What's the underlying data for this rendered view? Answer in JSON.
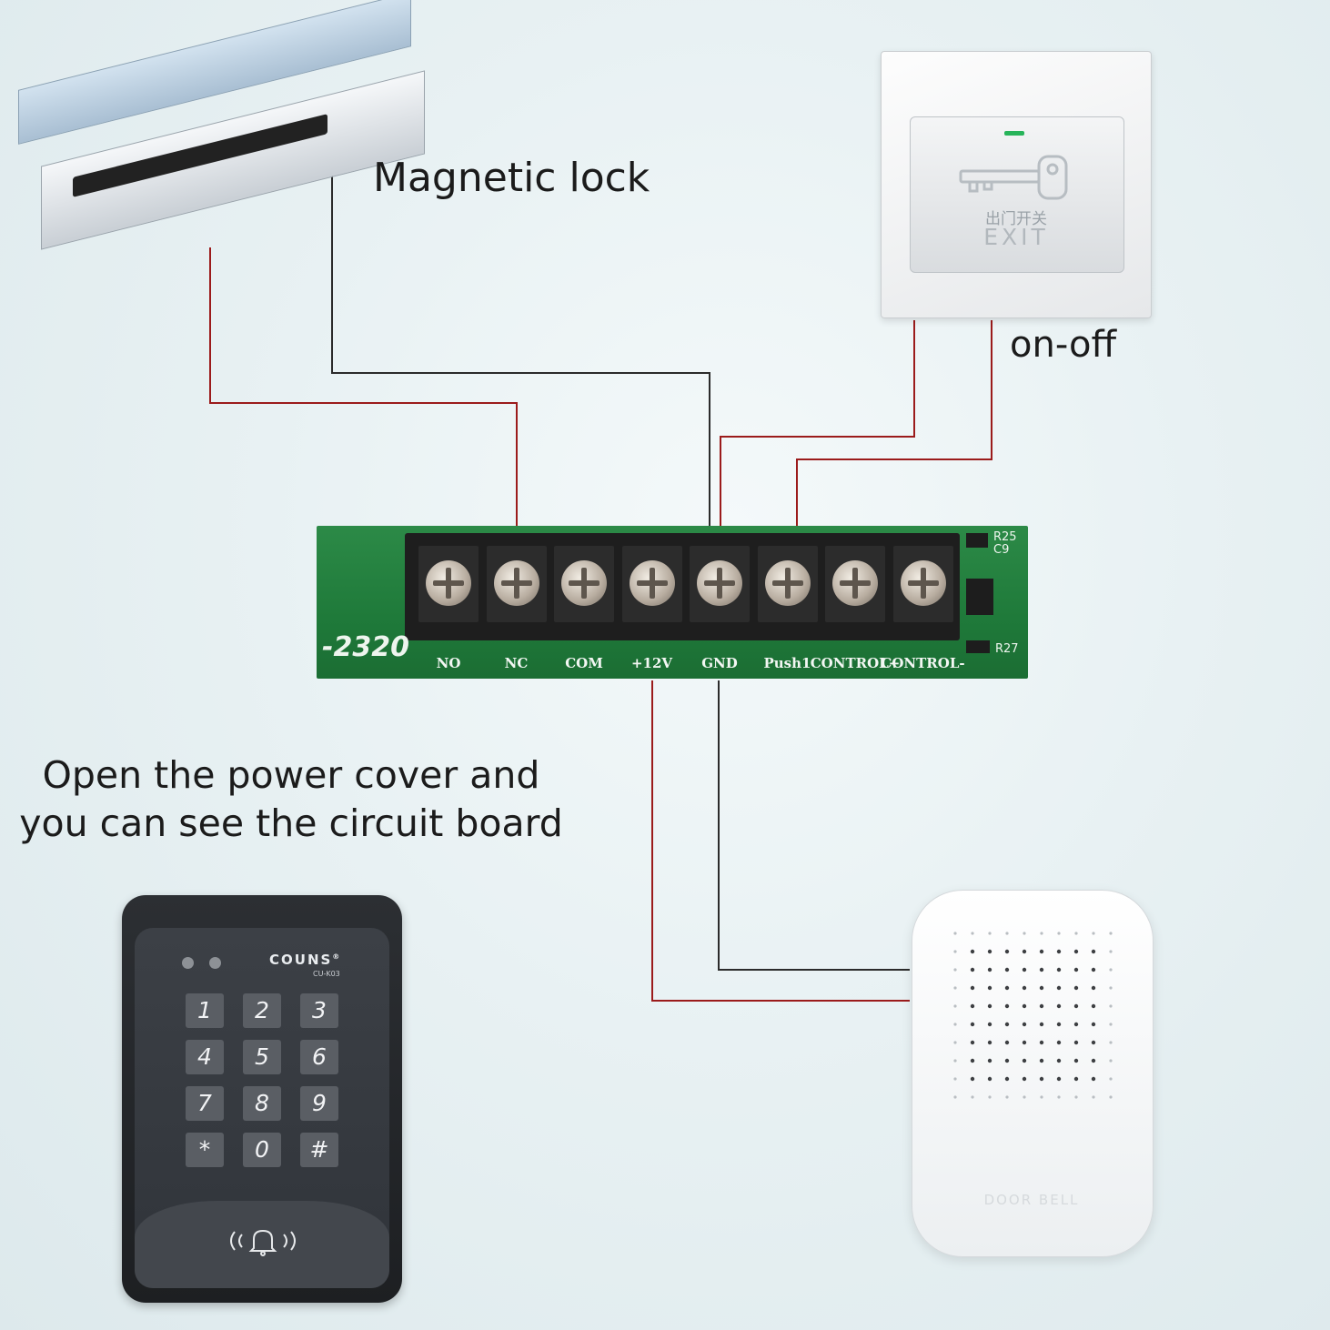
{
  "labels": {
    "magnetic_lock": "Magnetic lock",
    "on_off": "on-off",
    "note_line1": "Open the power cover and",
    "note_line2": "you can see the circuit board"
  },
  "exit_switch": {
    "cn_text": "出门开关",
    "en_text": "EXIT"
  },
  "circuit_board": {
    "code": "-2320",
    "terminals": [
      "NO",
      "NC",
      "COM",
      "+12V",
      "GND",
      "Push1",
      "CONTROL+",
      "CONTROL-"
    ],
    "component_r25": "R25",
    "component_c9": "C9",
    "component_r27": "R27"
  },
  "keypad": {
    "brand": "COUNS",
    "model": "CU-K03",
    "keys": [
      "1",
      "2",
      "3",
      "4",
      "5",
      "6",
      "7",
      "8",
      "9",
      "*",
      "0",
      "#"
    ]
  },
  "doorbell": {
    "label": "DOOR BELL"
  },
  "wire_colors": {
    "red": "#9b1b1b",
    "black": "#2b2b2b"
  },
  "connections": [
    {
      "from": "Magnetic lock",
      "to": "NC",
      "color": "red"
    },
    {
      "from": "Magnetic lock",
      "to": "GND",
      "color": "black"
    },
    {
      "from": "on-off",
      "to": "GND",
      "color": "red"
    },
    {
      "from": "on-off",
      "to": "Push1",
      "color": "red"
    },
    {
      "from": "GND",
      "to": "DOOR BELL",
      "color": "black"
    },
    {
      "from": "+12V",
      "to": "DOOR BELL",
      "color": "red"
    }
  ]
}
